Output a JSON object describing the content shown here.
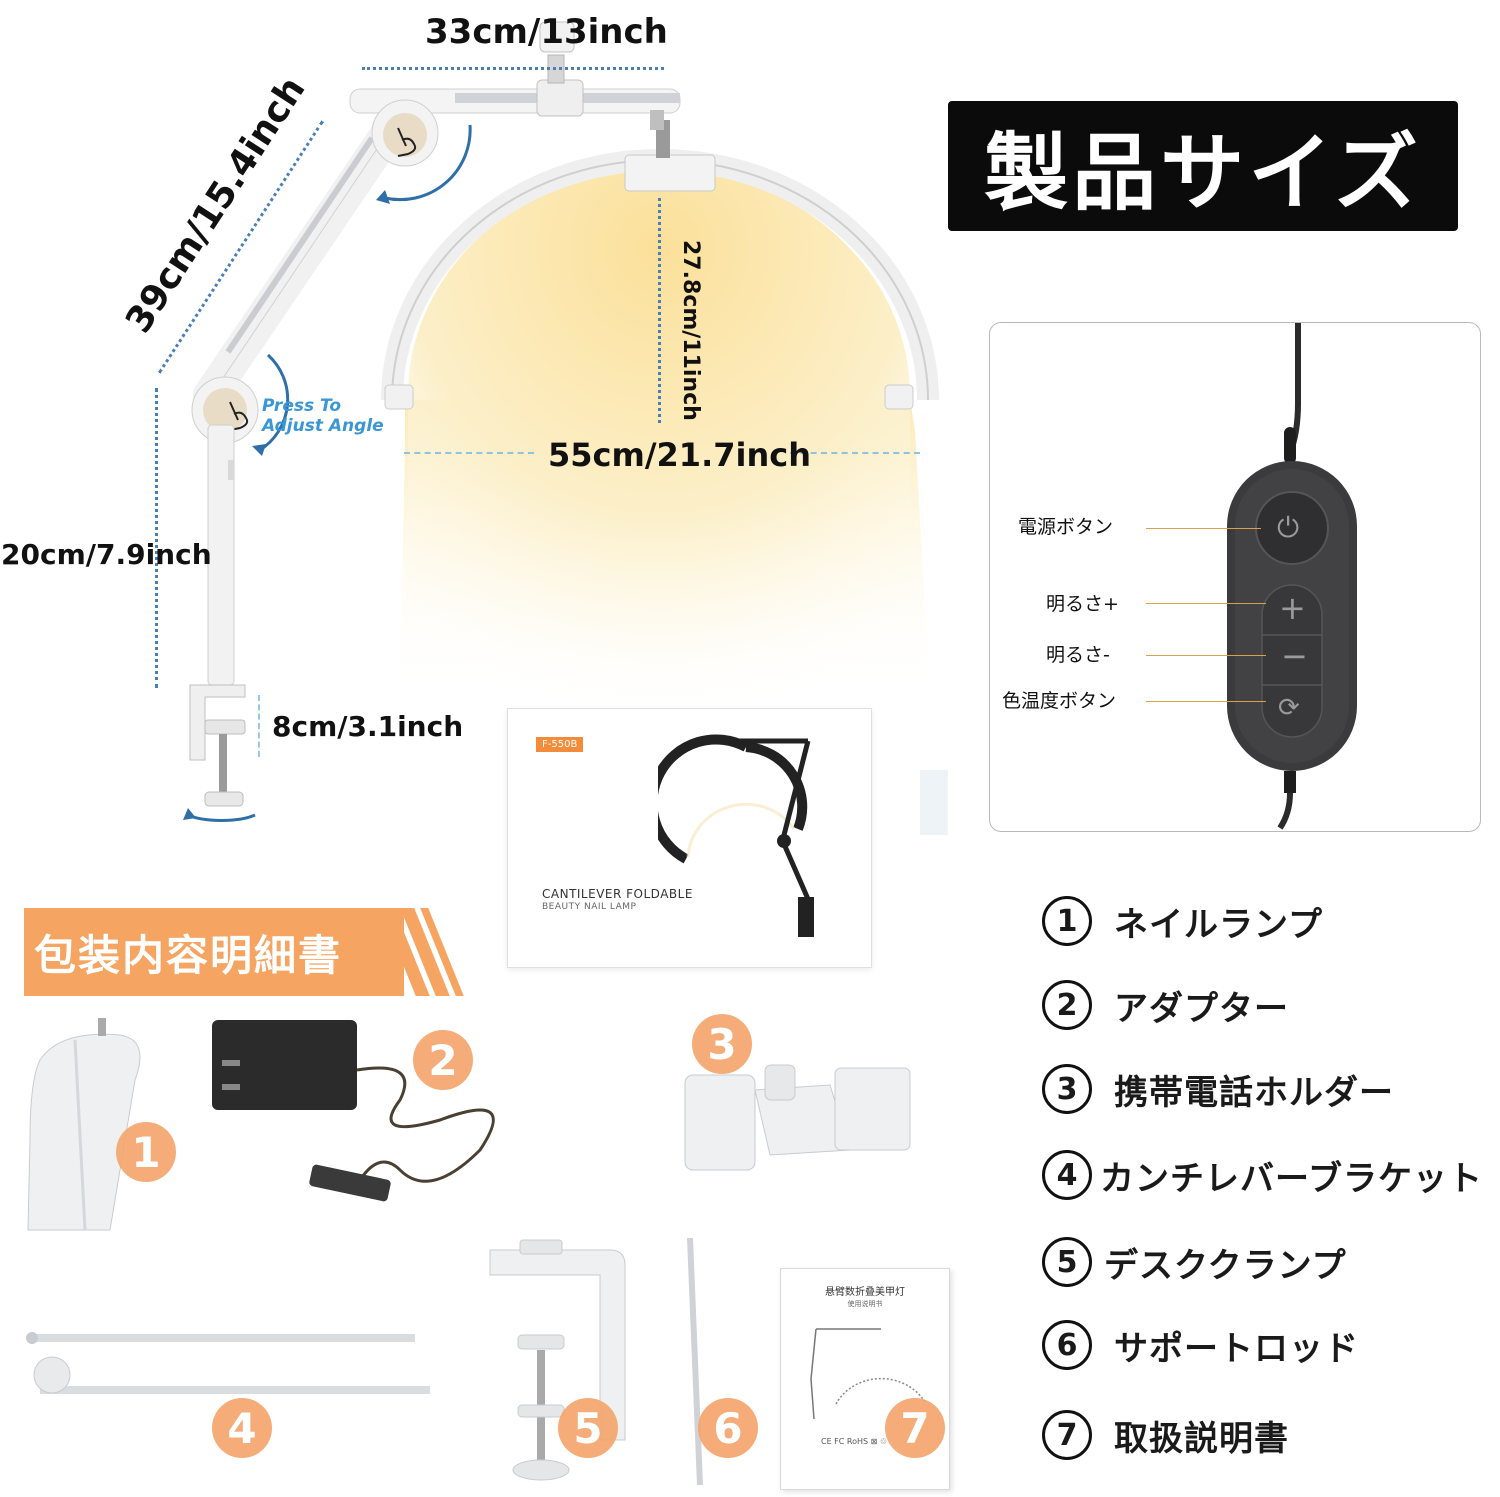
{
  "title": "製品サイズ",
  "dimensions": {
    "top_arm": "33cm/13inch",
    "diagonal_arm": "39cm/15.4inch",
    "arc_height": "27.8cm/11inch",
    "arc_width": "55cm/21.7inch",
    "pole": "20cm/7.9inch",
    "clamp": "8cm/3.1inch"
  },
  "press_note": {
    "line1": "Press To",
    "line2": "Adjust Angle"
  },
  "product_box": {
    "model": "F-550B",
    "name_line1": "CANTILEVER FOLDABLE",
    "name_line2": "BEAUTY NAIL LAMP"
  },
  "controller": {
    "labels": [
      "電源ボタン",
      "明るさ+",
      "明るさ-",
      "色温度ボタン"
    ]
  },
  "package": {
    "banner": "包装内容明細書",
    "items": [
      {
        "num": "1",
        "label": "ネイルランプ"
      },
      {
        "num": "2",
        "label": "アダプター"
      },
      {
        "num": "3",
        "label": "携帯電話ホルダー"
      },
      {
        "num": "4",
        "label": "カンチレバーブラケット"
      },
      {
        "num": "5",
        "label": "デスククランプ"
      },
      {
        "num": "6",
        "label": "サポートロッド"
      },
      {
        "num": "7",
        "label": "取扱説明書"
      }
    ],
    "badges": [
      "1",
      "2",
      "3",
      "4",
      "5",
      "6",
      "7"
    ]
  },
  "manual": {
    "title": "悬臂数折叠美甲灯",
    "subtitle": "使用说明书",
    "footer": "CE FC RoHS ⊠ ♲"
  },
  "colors": {
    "accent_orange": "#f6a461",
    "dim_line_blue": "#4a7fb5",
    "note_blue": "#3b96d4",
    "title_bg": "#0b0b0b",
    "lamp_glow": "#fbe7a6"
  }
}
